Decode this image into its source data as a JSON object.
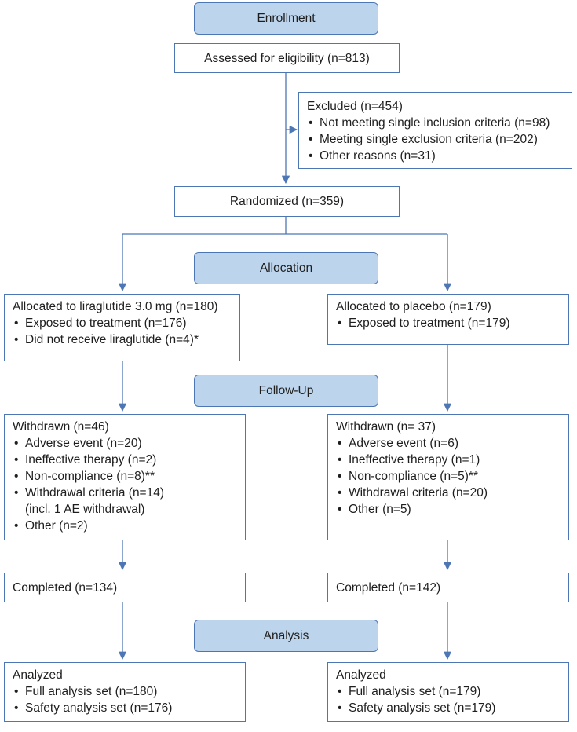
{
  "stages": {
    "enrollment": "Enrollment",
    "allocation": "Allocation",
    "follow_up": "Follow-Up",
    "analysis": "Analysis"
  },
  "assessed": "Assessed for eligibility (n=813)",
  "excluded": {
    "heading": "Excluded (n=454)",
    "items": [
      "Not meeting single inclusion criteria (n=98)",
      "Meeting single exclusion criteria (n=202)",
      "Other reasons (n=31)"
    ]
  },
  "randomized": "Randomized (n=359)",
  "left": {
    "allocated": {
      "heading": "Allocated to liraglutide 3.0 mg (n=180)",
      "items": [
        "Exposed to treatment (n=176)",
        "Did not receive liraglutide (n=4)*"
      ]
    },
    "withdrawn": {
      "heading": "Withdrawn (n=46)",
      "items": [
        "Adverse event (n=20)",
        "Ineffective therapy (n=2)",
        "Non-compliance (n=8)**",
        "Withdrawal criteria (n=14)",
        "(incl. 1 AE withdrawal)",
        "Other (n=2)"
      ]
    },
    "completed": "Completed (n=134)",
    "analyzed": {
      "heading": "Analyzed",
      "items": [
        "Full analysis set (n=180)",
        "Safety analysis set (n=176)"
      ]
    }
  },
  "right": {
    "allocated": {
      "heading": "Allocated to placebo (n=179)",
      "items": [
        "Exposed to treatment (n=179)"
      ]
    },
    "withdrawn": {
      "heading": "Withdrawn (n= 37)",
      "items": [
        "Adverse event (n=6)",
        "Ineffective therapy (n=1)",
        "Non-compliance (n=5)**",
        "Withdrawal criteria (n=20)",
        "Other (n=5)"
      ]
    },
    "completed": "Completed (n=142)",
    "analyzed": {
      "heading": "Analyzed",
      "items": [
        "Full analysis set (n=179)",
        "Safety analysis set (n=179)"
      ]
    }
  },
  "colors": {
    "border": "#4d76b4",
    "stage_fill": "#bdd5ec",
    "arrow": "#4d76b4"
  }
}
